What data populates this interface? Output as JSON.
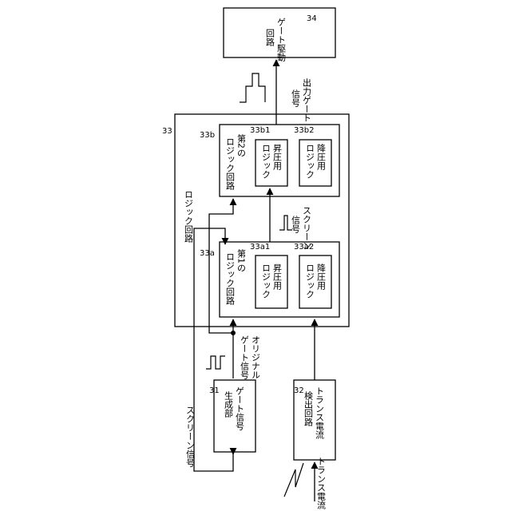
{
  "refs": {
    "gate_drive": "34",
    "logic_circuit": "33",
    "second_logic": "33b",
    "boost_logic_2": "33b1",
    "buck_logic_2": "33b2",
    "first_logic": "33a",
    "boost_logic_1": "33a1",
    "buck_logic_1": "33a2",
    "gate_signal_gen": "31",
    "trans_current_det": "32"
  },
  "labels": {
    "gate_drive_l1": "ゲート駆動",
    "gate_drive_l2": "回路",
    "output_gate_l1": "出力ゲート",
    "output_gate_l2": "信号",
    "logic_circuit": "ロジック回路",
    "second_logic_l1": "第2の",
    "second_logic_l2": "ロジック回路",
    "boost_l1": "昇圧用",
    "boost_l2": "ロジック",
    "buck_l1": "降圧用",
    "buck_l2": "ロジック",
    "scree_l1": "スクリーン",
    "scree_l2": "信号",
    "first_logic_l1": "第1の",
    "first_logic_l2": "ロジック回路",
    "boost1_l1": "昇圧用",
    "boost1_l2": "ロジック",
    "buck1_l1": "降圧用",
    "buck1_l2": "ロジック",
    "original_l1": "オリジナル",
    "original_l2": "ゲート信号",
    "screen_signal": "スクリーン信号",
    "gate_gen_l1": "ゲート信号",
    "gate_gen_l2": "生成部",
    "trans_det_l1": "トランス電流",
    "trans_det_l2": "検出回路",
    "trans_current": "トランス電流"
  }
}
